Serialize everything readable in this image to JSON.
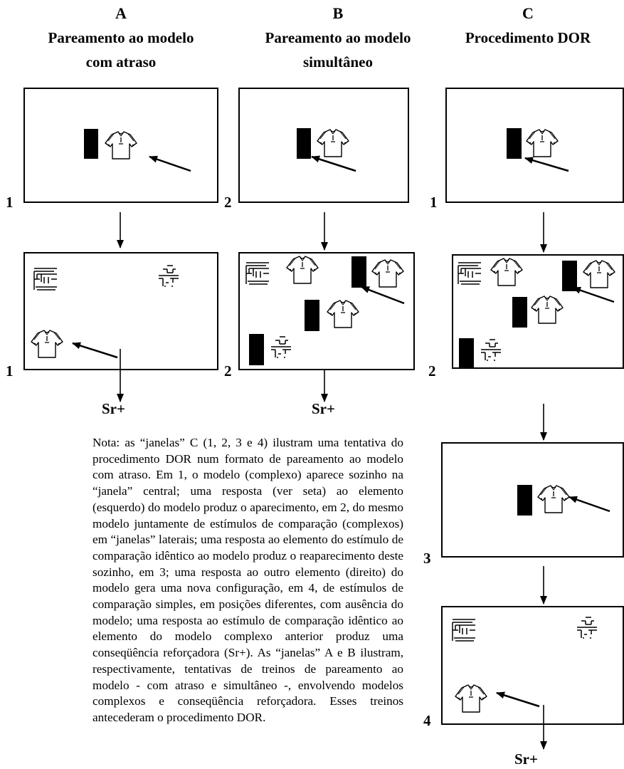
{
  "columns": {
    "A": {
      "letter": "A",
      "title_line1": "Pareamento ao modelo",
      "title_line2": "com atraso"
    },
    "B": {
      "letter": "B",
      "title_line1": "Pareamento ao modelo",
      "title_line2": "simultâneo"
    },
    "C": {
      "letter": "C",
      "title_line1": "Procedimento DOR"
    }
  },
  "window_labels": {
    "a1": "1",
    "a2": "1",
    "b1": "2",
    "b2": "2",
    "c1": "1",
    "c2": "2",
    "c3": "3",
    "c4": "4"
  },
  "consequence": "Sr+",
  "icons": {
    "shirt": "shirt-icon",
    "bar": "black-bar-icon",
    "maze": "line-pattern-icon",
    "cross": "cross-pattern-icon",
    "arrow": "arrow-icon"
  },
  "note": "Nota: as “janelas” C (1, 2, 3 e 4) ilustram uma tentativa do procedimento DOR num formato de pareamento ao modelo com atraso. Em 1, o modelo (complexo) aparece sozinho na “janela” central; uma resposta (ver seta) ao elemento (esquerdo) do modelo produz o aparecimento, em 2, do mesmo modelo juntamente de estímulos de comparação (complexos) em “janelas” laterais; uma resposta ao elemento do estímulo de comparação idêntico ao modelo produz o reaparecimento deste sozinho, em 3; uma resposta ao outro elemento (direito) do modelo gera uma nova configuração, em 4, de estímulos de comparação simples, em posições diferentes, com ausência do modelo; uma resposta ao estímulo de comparação idêntico ao elemento do modelo complexo anterior produz uma conseqüência reforçadora (Sr+). As “janelas” A e B ilustram, respectivamente, tentativas de treinos de pareamento ao modelo - com atraso e simultâneo -, envolvendo modelos complexos e conseqüência reforçadora. Esses treinos antecederam o procedimento DOR."
}
